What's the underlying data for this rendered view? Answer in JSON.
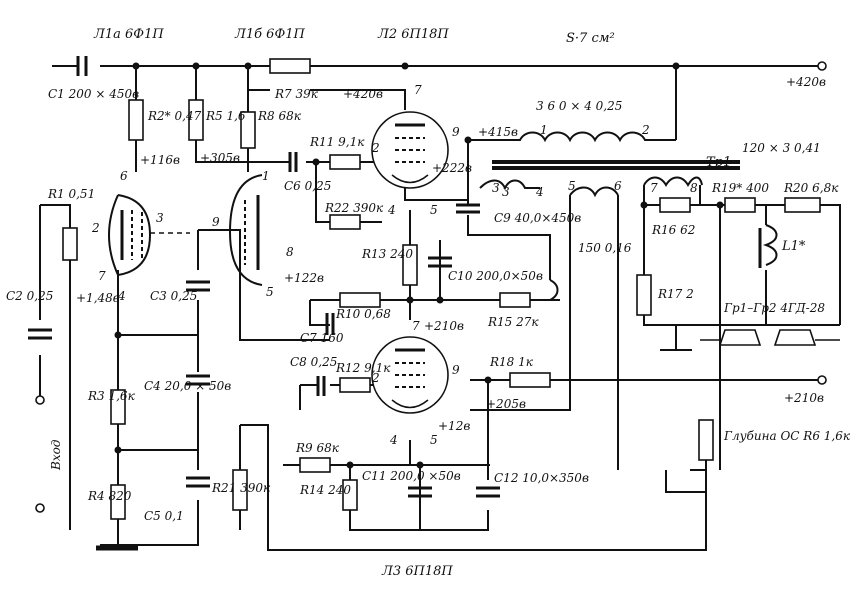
{
  "tubes": [
    {
      "id": "l1a",
      "label": "Л1а 6Ф1П"
    },
    {
      "id": "l1b",
      "label": "Л1б 6Ф1П"
    },
    {
      "id": "l2",
      "label": "Л2 6П18П"
    },
    {
      "id": "l3",
      "label": "Л3 6П18П"
    }
  ],
  "transformer": {
    "core": "S·7 см²",
    "primary": "3 6 0 × 4 0,25",
    "tap": "150 0,16",
    "secondary": "120 × 3 0,41",
    "label": "Тр1"
  },
  "voltages": {
    "v420_out": "+420в",
    "v420": "+420в",
    "v415": "+415в",
    "v222": "+222в",
    "v116": "+116в",
    "v305": "+305в",
    "v122": "+122в",
    "v148": "+1,48в",
    "v210": "+210в",
    "v205": "+205в",
    "v12": "+12в",
    "v210_out": "+210в"
  },
  "components": {
    "c1": "C1 200 × 450в",
    "r2": "R2* 0,47",
    "r5": "R5 1,6",
    "r7": "R7 39к",
    "r8": "R8 68к",
    "r1": "R1 0,51",
    "c2": "C2 0,25",
    "c3": "C3 0,25",
    "r3": "R3 1,6к",
    "c4": "C4 20,0 × 50в",
    "r4": "R4 820",
    "c5": "C5 0,1",
    "r21": "R21 390к",
    "r11": "R11 9,1к",
    "c6": "C6 0,25",
    "r22": "R22 390к",
    "r13": "R13 240",
    "c9": "C9 40,0×450в",
    "c10": "C10 200,0×50в",
    "r10": "R10 0,68",
    "c7": "C7 160",
    "r15": "R15 27к",
    "c8": "C8 0,25",
    "r12": "R12 9,1к",
    "r18": "R18 1к",
    "r9": "R9 68к",
    "r14": "R14 240",
    "c11": "C11 200,0 ×50в",
    "c12": "C12 10,0×350в",
    "r16": "R16 62",
    "r17": "R17 2",
    "r19": "R19* 400",
    "r20": "R20 6,8к",
    "l1": "L1*",
    "speakers": "Гр1–Гр2 4ГД-28",
    "r6": "Глубина ОС R6 1,6к",
    "input": "Вход"
  },
  "pins": {
    "l1a_6": "6",
    "l1a_3": "3",
    "l1a_2": "2",
    "l1a_7": "7",
    "l1a_4": "4",
    "l1b_1": "1",
    "l1b_9": "9",
    "l1b_8": "8",
    "l1b_5": "5",
    "l2_7": "7",
    "l2_9": "9",
    "l2_2": "2",
    "l2_3": "3",
    "l2_4": "4",
    "l2_5": "5",
    "l3_7": "7",
    "l3_9": "9",
    "l3_2": "2",
    "l3_4": "4",
    "l3_5": "5",
    "t1": "1",
    "t2": "2",
    "t3": "3",
    "t4": "4",
    "t5": "5",
    "t6": "6",
    "t7": "7",
    "t8": "8"
  }
}
